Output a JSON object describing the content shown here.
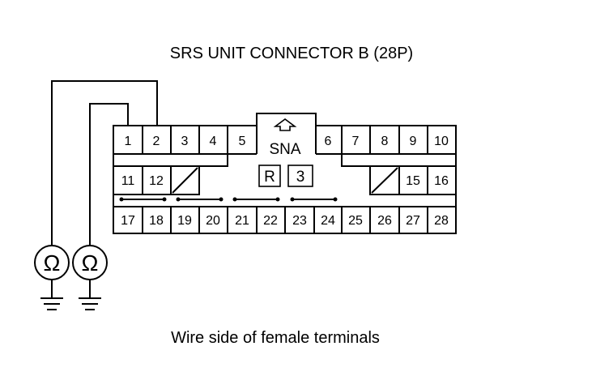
{
  "diagram": {
    "title": "SRS UNIT CONNECTOR B (28P)",
    "caption": "Wire side of female terminals",
    "connector": {
      "code": "SNA",
      "lock_tab": "R",
      "keys": "3",
      "row1": [
        "1",
        "2",
        "3",
        "4",
        "5",
        "6",
        "7",
        "8",
        "9",
        "10"
      ],
      "row2": [
        "11",
        "12",
        "15",
        "16"
      ],
      "row3": [
        "17",
        "18",
        "19",
        "20",
        "21",
        "22",
        "23",
        "24",
        "25",
        "26",
        "27",
        "28"
      ]
    },
    "meters": [
      {
        "symbol": "Ω",
        "connects_to": "1"
      },
      {
        "symbol": "Ω",
        "connects_to": "2"
      }
    ]
  }
}
